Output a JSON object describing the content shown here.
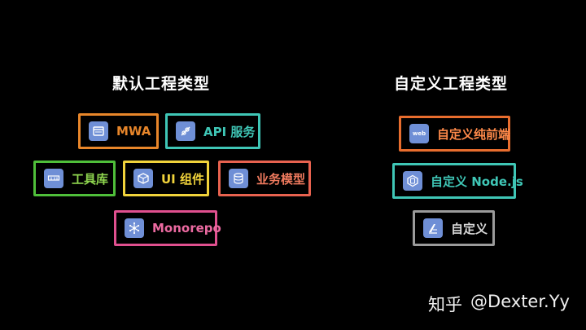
{
  "headings": {
    "left": "默认工程类型",
    "right": "自定义工程类型"
  },
  "default_types": [
    {
      "label": "MWA",
      "icon": "browser-window-icon",
      "color": "#e8862a"
    },
    {
      "label": "API 服务",
      "icon": "plug-icon",
      "color": "#3fc6b6"
    },
    {
      "label": "工具库",
      "icon": "npm-icon",
      "color": "#4fbf3a"
    },
    {
      "label": "UI 组件",
      "icon": "cube-icon",
      "color": "#f1d33b"
    },
    {
      "label": "业务模型",
      "icon": "database-icon",
      "color": "#e8624f"
    },
    {
      "label": "Monorepo",
      "icon": "network-icon",
      "color": "#e0508f"
    }
  ],
  "custom_types": [
    {
      "label": "自定义纯前端",
      "icon": "web-icon",
      "icon_text": "web",
      "color": "#e86d2e"
    },
    {
      "label": "自定义 Node.js",
      "icon": "nodejs-icon",
      "color": "#3fc6b6"
    },
    {
      "label": "自定义",
      "icon": "pen-icon",
      "color": "#9b9b9b"
    }
  ],
  "watermark": {
    "site": "知乎",
    "author": "@Dexter.Yy"
  }
}
